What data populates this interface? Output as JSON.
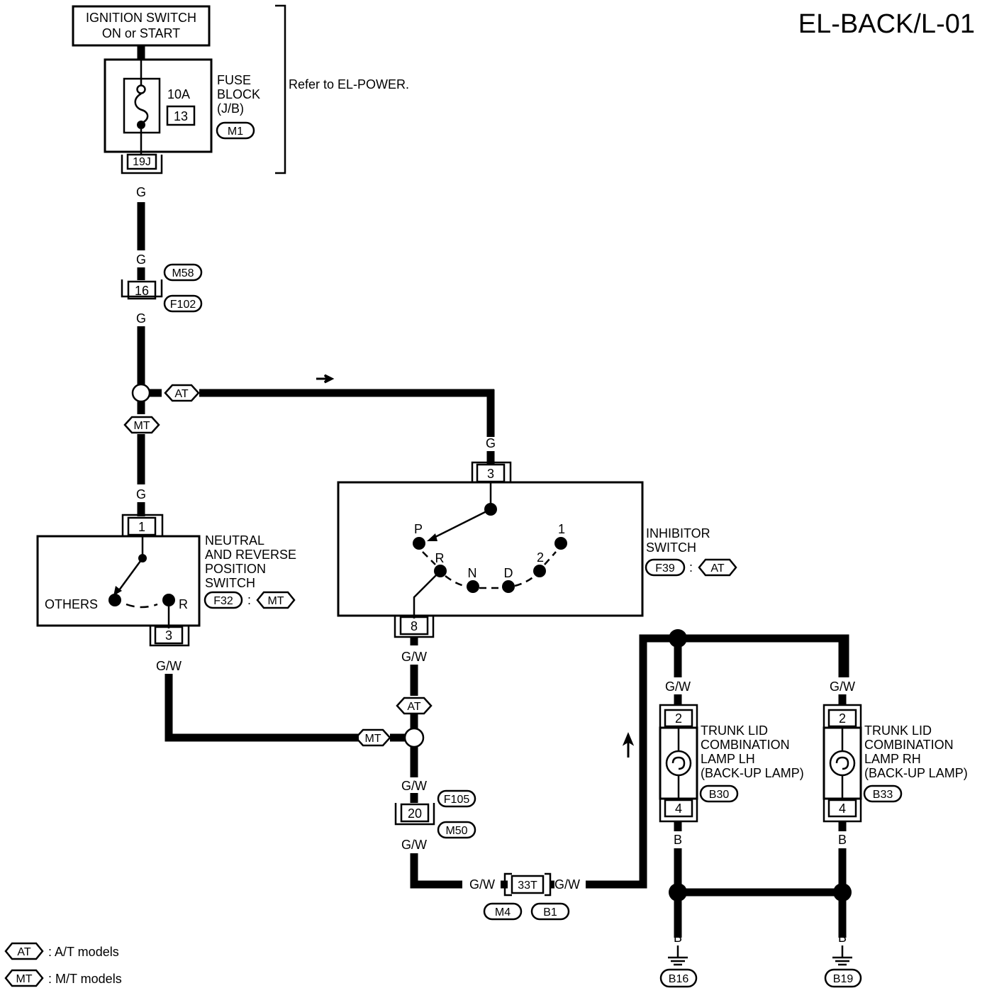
{
  "title": "EL-BACK/L-01",
  "ignition": {
    "line1": "IGNITION SWITCH",
    "line2": "ON or START"
  },
  "fuse_block": {
    "rating": "10A",
    "fuse_no": "13",
    "label_lines": [
      "FUSE",
      "BLOCK",
      "(J/B)"
    ],
    "connector": "M1",
    "terminal": "19J",
    "note": "Refer to EL-POWER."
  },
  "wire_colors": {
    "green": "G",
    "green_white": "G/W",
    "black": "B"
  },
  "joint_16": {
    "terminal": "16",
    "conn_top": "M58",
    "conn_bottom": "F102"
  },
  "options": {
    "at": "AT",
    "mt": "MT"
  },
  "nr_switch": {
    "label_lines": [
      "NEUTRAL",
      "AND REVERSE",
      "POSITION",
      "SWITCH"
    ],
    "connector": "F32",
    "sep": ":",
    "terminal_in": "1",
    "terminal_out": "3",
    "others": "OTHERS",
    "r": "R"
  },
  "inhibitor": {
    "label_lines": [
      "INHIBITOR",
      "SWITCH"
    ],
    "connector": "F39",
    "sep": ":",
    "terminal_in": "3",
    "terminal_out": "8",
    "positions": [
      "P",
      "R",
      "N",
      "D",
      "2",
      "1"
    ]
  },
  "joint_20": {
    "terminal": "20",
    "conn_top": "F105",
    "conn_bottom": "M50"
  },
  "joint_33t": {
    "terminal": "33T",
    "conn_left": "M4",
    "conn_right": "B1"
  },
  "lamp_lh": {
    "label_lines": [
      "TRUNK LID",
      "COMBINATION",
      "LAMP LH",
      "(BACK-UP LAMP)"
    ],
    "connector": "B30",
    "terminal_top": "2",
    "terminal_bottom": "4"
  },
  "lamp_rh": {
    "label_lines": [
      "TRUNK LID",
      "COMBINATION",
      "LAMP RH",
      "(BACK-UP LAMP)"
    ],
    "connector": "B33",
    "terminal_top": "2",
    "terminal_bottom": "4"
  },
  "grounds": [
    "B16",
    "B19"
  ],
  "legend": [
    {
      "tag": "AT",
      "text": ": A/T models"
    },
    {
      "tag": "MT",
      "text": ": M/T models"
    }
  ]
}
